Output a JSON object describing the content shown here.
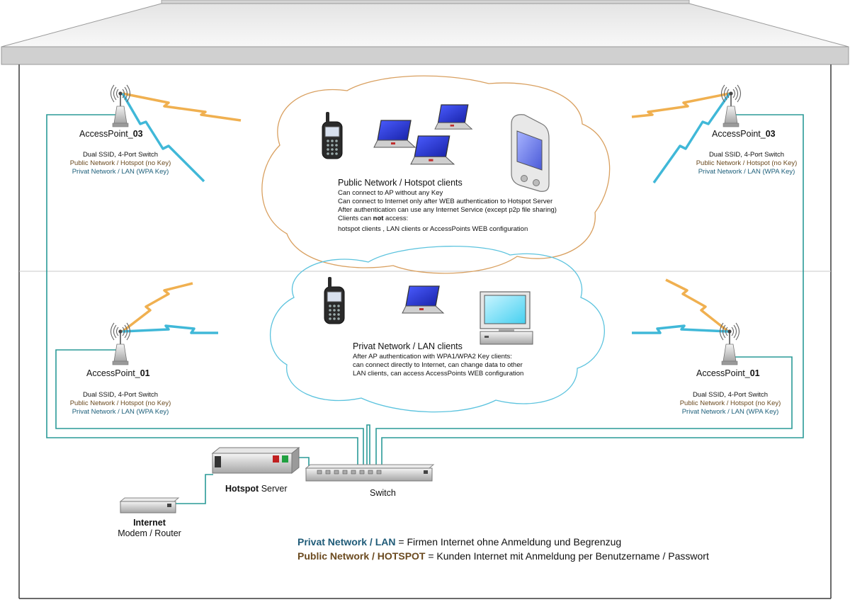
{
  "access_points": {
    "top_left": {
      "name": "AccessPoint_",
      "num": "03",
      "spec": "Dual SSID, 4-Port Switch",
      "public": "Public Network / Hotspot  (no Key)",
      "private": "Privat Network / LAN (WPA Key)"
    },
    "top_right": {
      "name": "AccessPoint_",
      "num": "03",
      "spec": "Dual SSID, 4-Port Switch",
      "public": "Public Network / Hotspot  (no Key)",
      "private": "Privat Network / LAN (WPA Key)"
    },
    "bottom_left": {
      "name": "AccessPoint_",
      "num": "01",
      "spec": "Dual SSID, 4-Port Switch",
      "public": "Public Network / Hotspot  (no Key)",
      "private": "Privat Network / LAN (WPA Key)"
    },
    "bottom_right": {
      "name": "AccessPoint_",
      "num": "01",
      "spec": "Dual SSID, 4-Port Switch",
      "public": "Public Network / Hotspot  (no Key)",
      "private": "Privat Network / LAN (WPA Key)"
    }
  },
  "public_cloud": {
    "title": "Public Network / Hotspot clients",
    "line1": "Can connect to AP without any Key",
    "line2": "Can connect to Internet only after WEB authentication to Hotspot Server",
    "line3": "After authentication can use any Internet Service (except p2p file sharing)",
    "line4_a": "Clients can ",
    "line4_b": "not",
    "line4_c": " access:",
    "line5": "hotspot clients , LAN clients or AccessPoints WEB configuration"
  },
  "private_cloud": {
    "title": "Privat Network / LAN clients",
    "line1": "After AP authentication with WPA1/WPA2 Key clients:",
    "line2": "can connect directly to Internet, can change data to other",
    "line3": "LAN clients, can access AccessPoints WEB configuration"
  },
  "devices": {
    "hotspot_bold": "Hotspot",
    "hotspot_rest": " Server",
    "switch": "Switch",
    "internet_bold": "Internet",
    "internet_sub": "Modem / Router"
  },
  "legend": {
    "lan_key": "Privat Network / LAN",
    "lan_desc": " = Firmen Internet ohne Anmeldung und Begrenzug",
    "pub_key": "Public Network / HOTSPOT",
    "pub_desc": " = Kunden Internet mit Anmeldung per Benutzername / Passwort"
  },
  "colors": {
    "lan_wire": "#2a9a97",
    "public_cloud": "#d9a060",
    "private_cloud": "#5cc3de",
    "bolt_orange": "#f0b050",
    "bolt_blue": "#40b8d8",
    "lan_text": "#1f5b78",
    "public_text": "#6b4a1f"
  },
  "icons": [
    "antenna-icon",
    "lightning-icon",
    "cellphone-icon",
    "laptop-icon",
    "pda-icon",
    "desktop-computer-icon",
    "server-icon",
    "switch-icon",
    "modem-icon"
  ]
}
